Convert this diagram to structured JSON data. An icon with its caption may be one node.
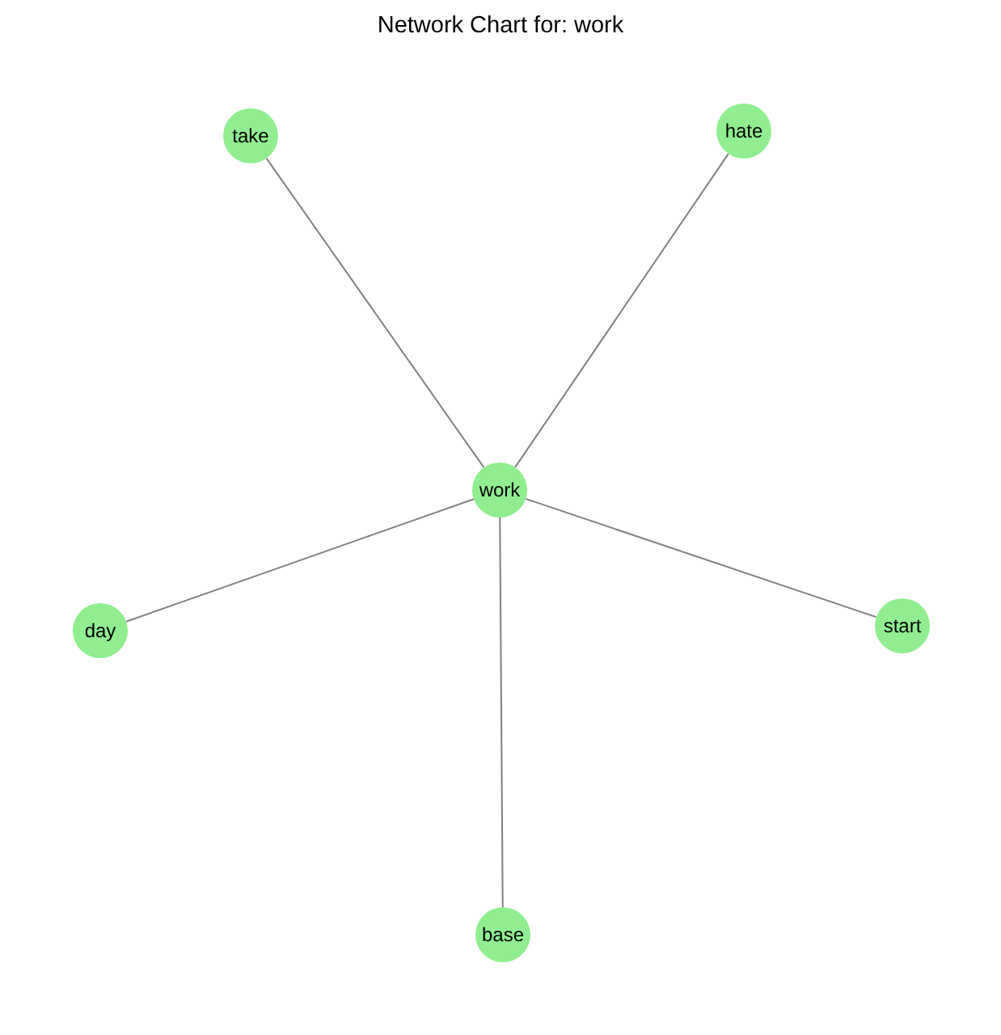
{
  "diagram": {
    "title": "Network Chart for: work",
    "nodes": [
      {
        "text": [
          "take"
        ]
      },
      {
        "text": [
          "hate"
        ]
      },
      {
        "text": [
          "work"
        ]
      },
      {
        "text": [
          "day"
        ]
      },
      {
        "text": [
          "start"
        ]
      },
      {
        "text": [
          "base"
        ]
      }
    ],
    "edges": [
      {
        "from": 2,
        "to": 0,
        "arrow": "none"
      },
      {
        "from": 2,
        "to": 1,
        "arrow": "none"
      },
      {
        "from": 2,
        "to": 3,
        "arrow": "none"
      },
      {
        "from": 2,
        "to": 4,
        "arrow": "none"
      },
      {
        "from": 2,
        "to": 5,
        "arrow": "none"
      }
    ]
  }
}
